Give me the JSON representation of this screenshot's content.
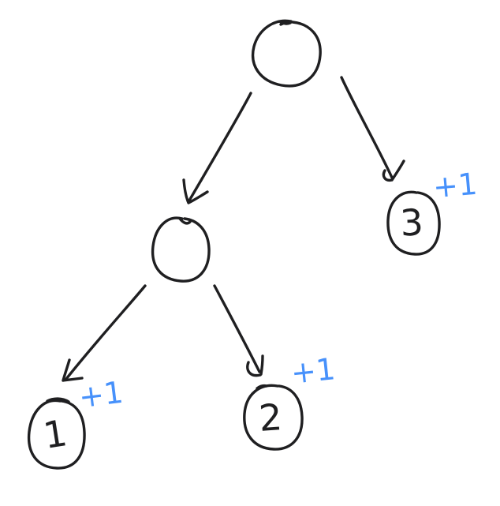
{
  "diagram": {
    "type": "hand-drawn-binary-tree",
    "colors": {
      "ink": "#1f1f21",
      "accent": "#4791fb",
      "background": "#ffffff"
    },
    "nodes": {
      "root": {
        "label": ""
      },
      "internal": {
        "label": ""
      },
      "leaf1": {
        "label": "1",
        "annotation": "+1"
      },
      "leaf2": {
        "label": "2",
        "annotation": "+1"
      },
      "leaf3": {
        "label": "3",
        "annotation": "+1"
      }
    },
    "edges": [
      {
        "from": "root",
        "to": "internal"
      },
      {
        "from": "root",
        "to": "leaf3"
      },
      {
        "from": "internal",
        "to": "leaf1"
      },
      {
        "from": "internal",
        "to": "leaf2"
      }
    ]
  }
}
